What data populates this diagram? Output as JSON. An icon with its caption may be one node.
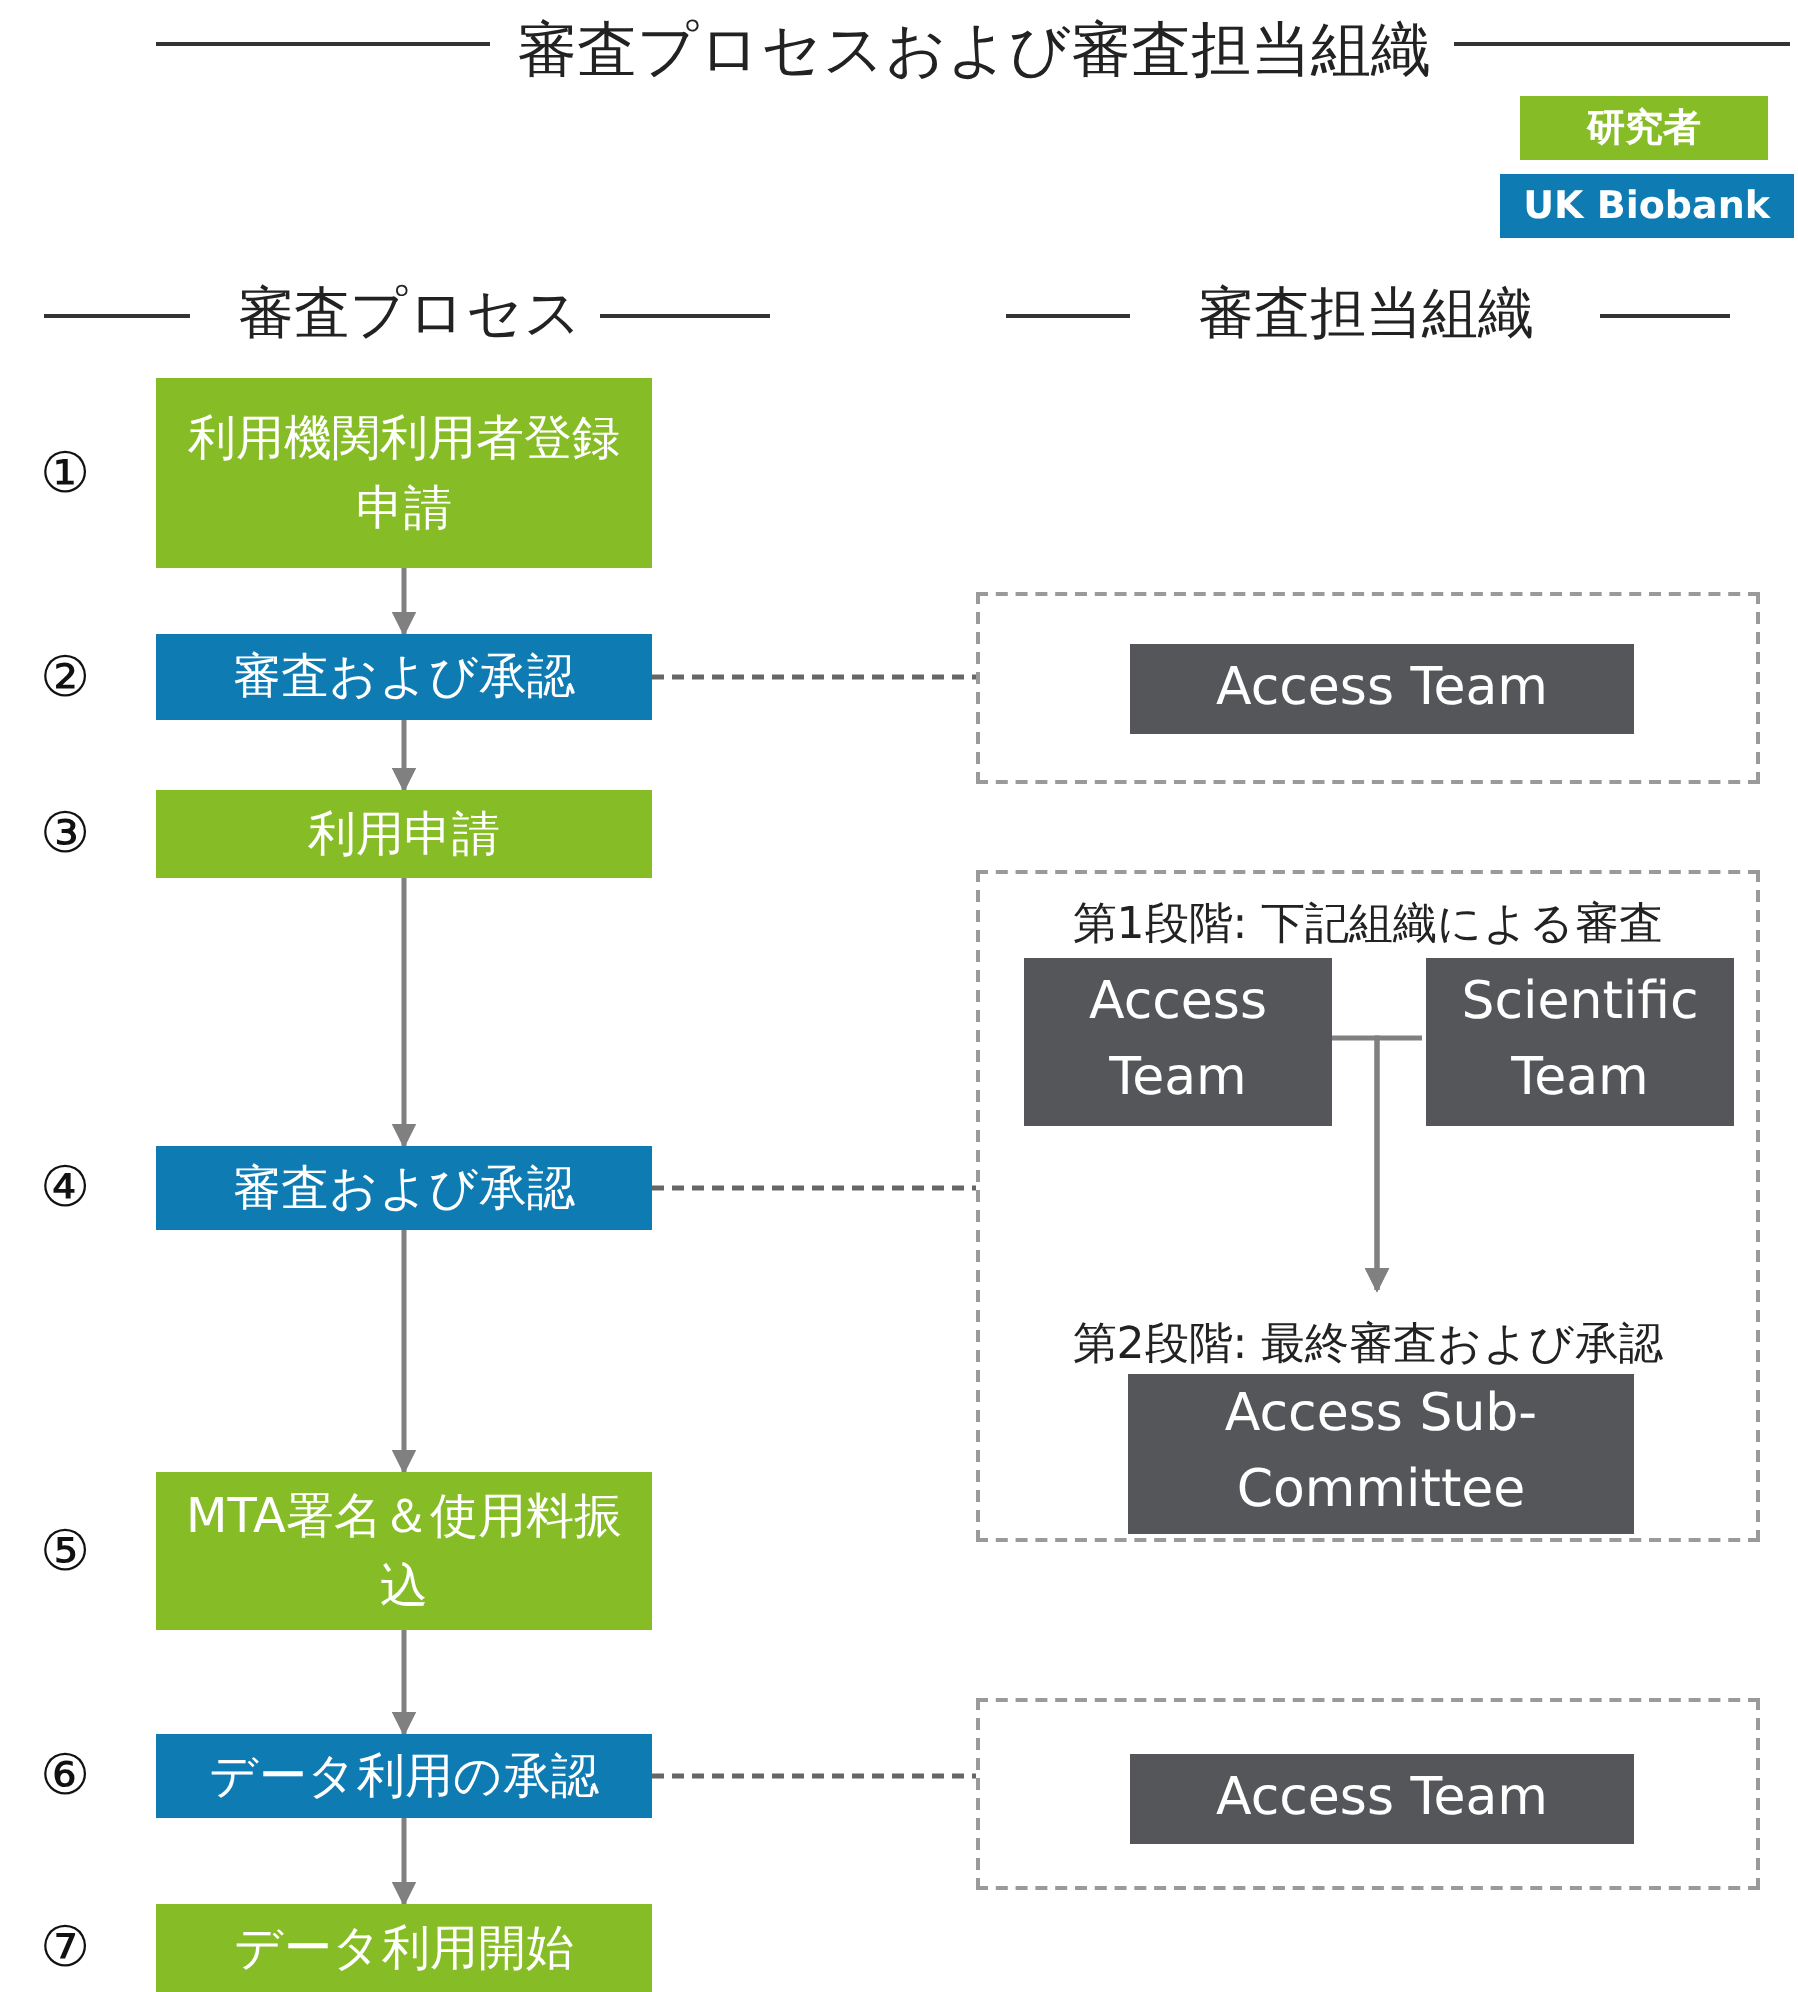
{
  "diagram": {
    "title": "審査プロセスおよび審査担当組織",
    "nodes": [
      {
        "text": [
          "利用機関利用者登録申請"
        ],
        "beside": [
          "①"
        ]
      },
      {
        "text": [
          "審査および承認"
        ],
        "beside": [
          "②"
        ]
      },
      {
        "text": [
          "利用申請"
        ],
        "beside": [
          "③"
        ]
      },
      {
        "text": [
          "審査および承認"
        ],
        "beside": [
          "④"
        ]
      },
      {
        "text": [
          "MTA署名＆使用料振込"
        ],
        "beside": [
          "⑤"
        ]
      },
      {
        "text": [
          "データ利用の承認"
        ],
        "beside": [
          "⑥"
        ]
      },
      {
        "text": [
          "データ利用開始"
        ],
        "beside": [
          "⑦"
        ]
      },
      {
        "text": [],
        "shape": "box"
      },
      {
        "text": [
          "Access Team"
        ],
        "in": 7
      },
      {
        "text": [
          "第1段階: 下記組織による審査",
          "第2段階: 最終審査および承認"
        ]
      },
      {
        "text": [
          "Access Team"
        ],
        "in": 9
      },
      {
        "text": [
          "Scientific Team"
        ],
        "in": 9
      },
      {
        "text": [
          "Access Sub-Committee"
        ],
        "in": 9
      },
      {
        "text": [],
        "shape": "box"
      },
      {
        "text": [
          "Access Team"
        ],
        "in": 13
      }
    ],
    "edges": [
      {
        "from": 0,
        "to": 1,
        "arrow": "to"
      },
      {
        "from": 1,
        "to": 2,
        "arrow": "to"
      },
      {
        "from": 2,
        "to": 3,
        "arrow": "to"
      },
      {
        "from": 3,
        "to": 4,
        "arrow": "to"
      },
      {
        "from": 4,
        "to": 5,
        "arrow": "to"
      },
      {
        "from": 5,
        "to": 6,
        "arrow": "to"
      },
      {
        "from": 1,
        "to": 7,
        "arrow": "none",
        "style": "dashed"
      },
      {
        "from": 3,
        "to": 9,
        "arrow": "none",
        "style": "dashed"
      },
      {
        "from": 5,
        "to": 13,
        "arrow": "none",
        "style": "dashed"
      },
      {
        "from": 10,
        "to": 12,
        "arrow": "to"
      },
      {
        "from": 11,
        "to": 12,
        "arrow": "to"
      }
    ],
    "labels": [
      "審査プロセス",
      "審査担当組織"
    ],
    "legend": [
      {
        "text": "研究者",
        "color": "#86bc25"
      },
      {
        "text": "UK Biobank",
        "color": "#0e7bb3"
      }
    ]
  }
}
